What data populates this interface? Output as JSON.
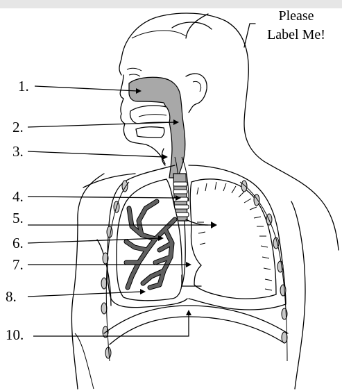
{
  "note": {
    "line1": "Please",
    "line2": "Label Me!"
  },
  "labels": [
    "1.",
    "2.",
    "3.",
    "4.",
    "5.",
    "6.",
    "7.",
    "8.",
    "10."
  ],
  "colors": {
    "airway": "#a8a8a8",
    "outline": "#000000",
    "background": "#ffffff"
  }
}
